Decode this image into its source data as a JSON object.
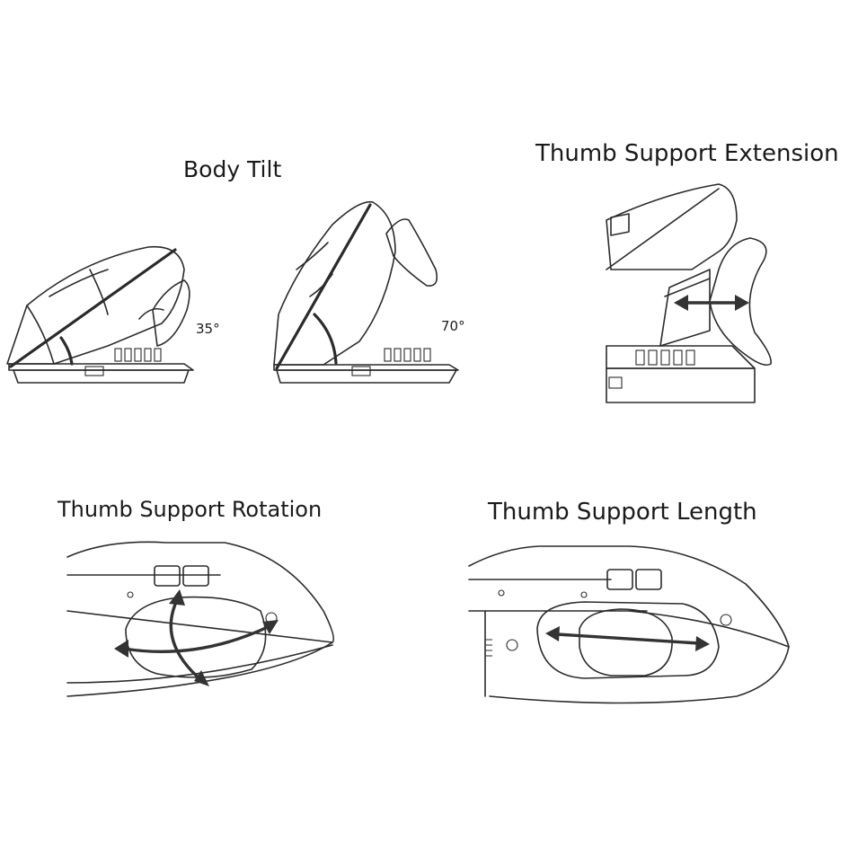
{
  "panels": {
    "body_tilt": {
      "title": "Body Tilt",
      "angle_low": "35°",
      "angle_high": "70°"
    },
    "thumb_extension": {
      "title": "Thumb Support Extension"
    },
    "thumb_rotation": {
      "title": "Thumb Support Rotation"
    },
    "thumb_length": {
      "title": "Thumb Support Length"
    }
  },
  "colors": {
    "line": "#2b2b2b",
    "background": "#ffffff"
  },
  "icons": [
    "double-headed-arrow-icon",
    "rotation-arrows-icon"
  ]
}
